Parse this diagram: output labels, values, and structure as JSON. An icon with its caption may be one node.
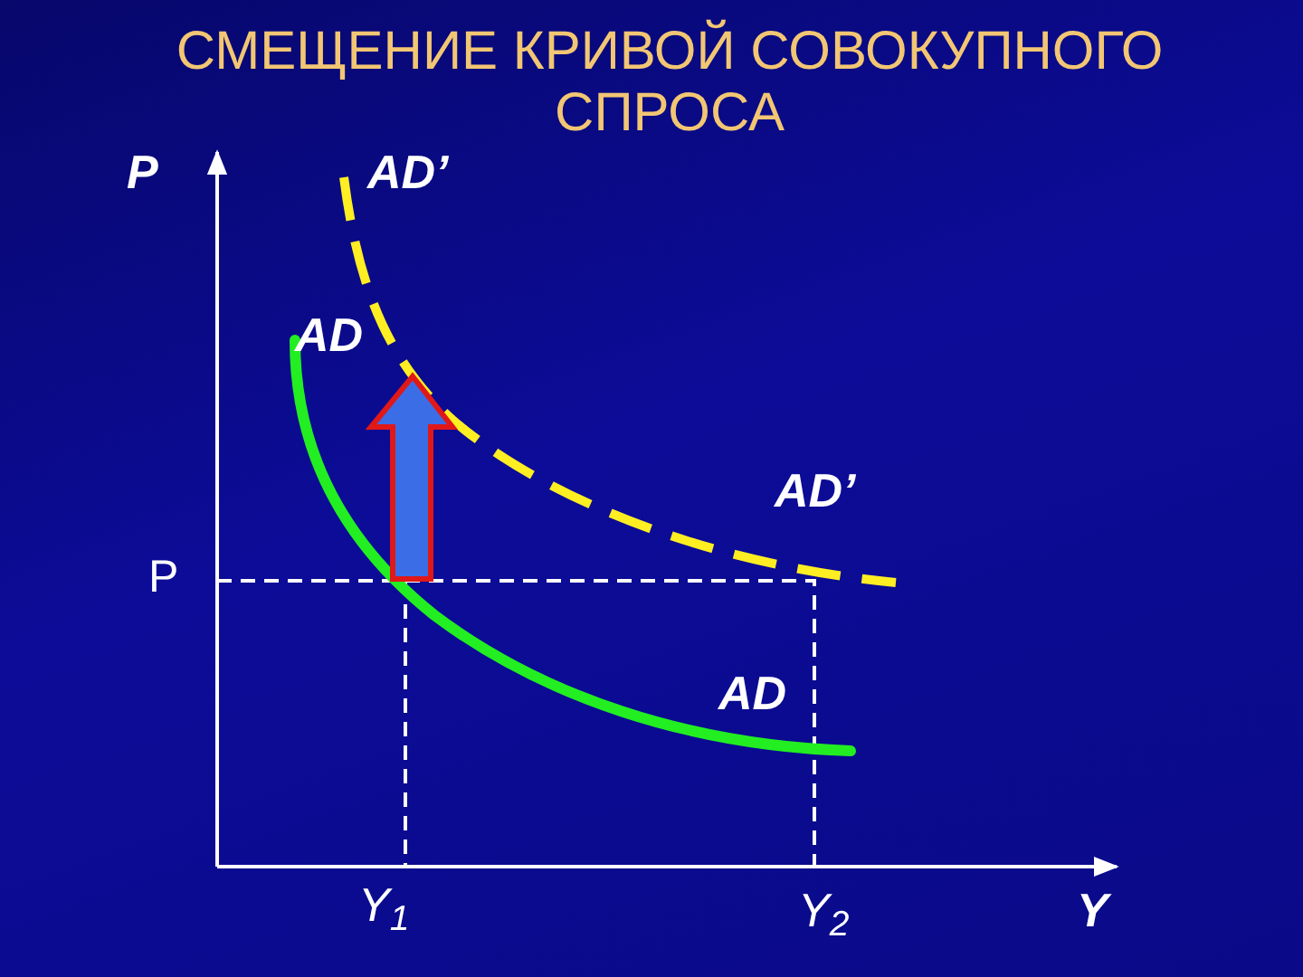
{
  "diagram": {
    "title": "СМЕЩЕНИЕ КРИВОЙ СОВОКУПНОГО СПРОСА",
    "labels": [
      "P",
      "AD’",
      "AD",
      "AD’",
      "P",
      "AD",
      "Y$_{1}$",
      "Y$_{2}$",
      "Y"
    ]
  }
}
